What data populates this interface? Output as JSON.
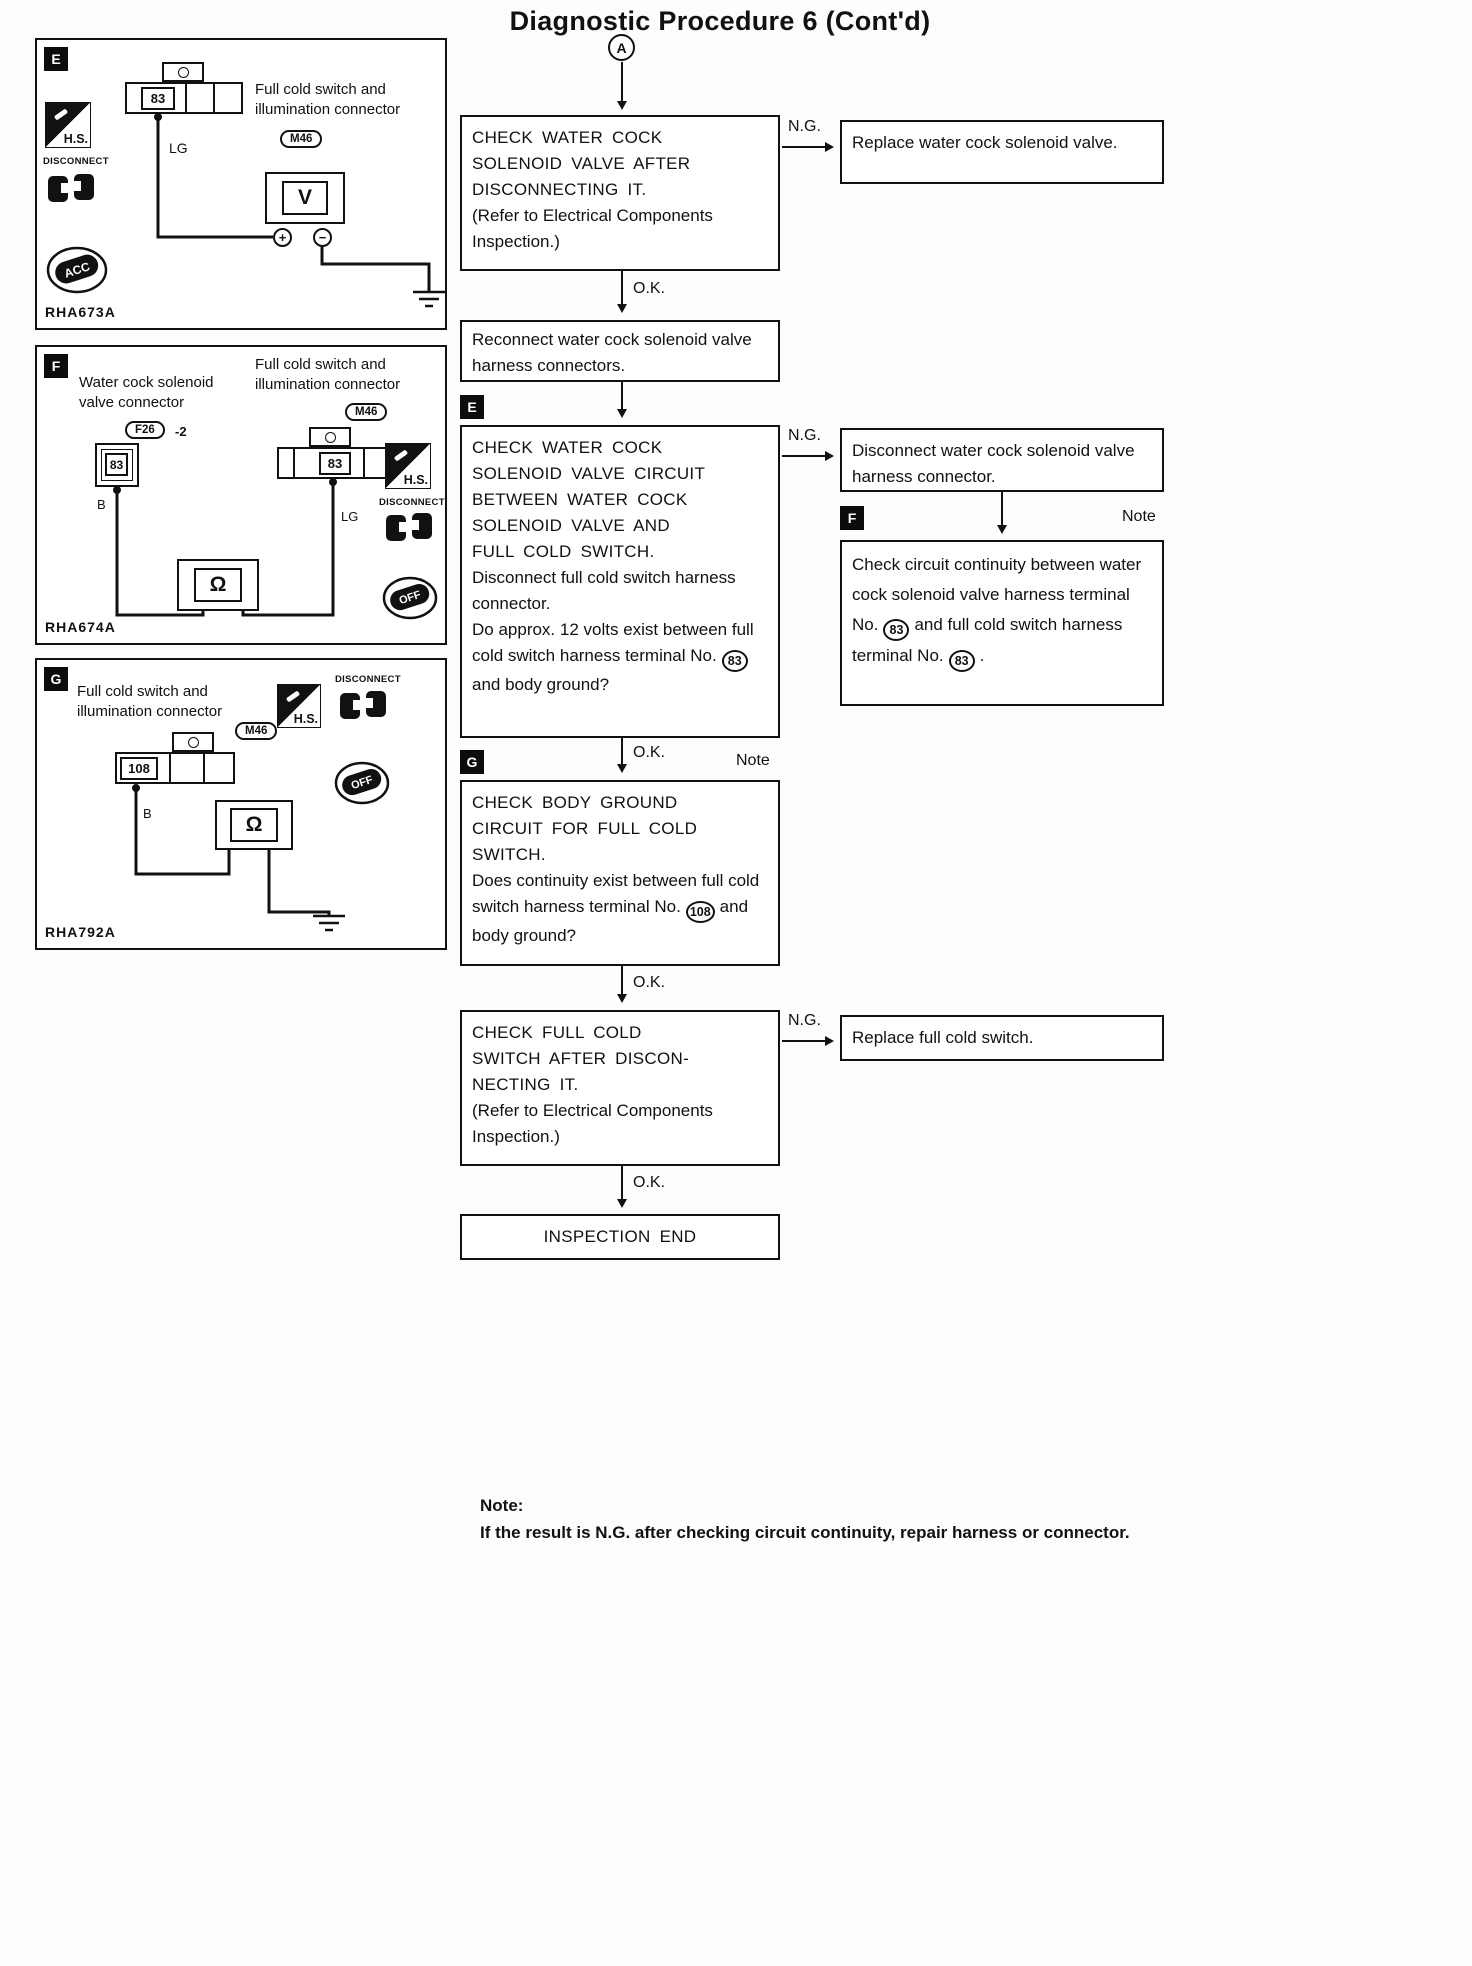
{
  "page": {
    "title": "Diagnostic Procedure 6 (Cont'd)"
  },
  "labels": {
    "connector_a": "A",
    "step_e": "E",
    "step_f": "F",
    "step_g": "G",
    "ng": "N.G.",
    "ok": "O.K.",
    "note": "Note"
  },
  "flow": {
    "box1": {
      "heading_lines": [
        "CHECK WATER COCK",
        "SOLENOID VALVE AFTER",
        "DISCONNECTING IT."
      ],
      "body": "(Refer to Electrical Components Inspection.)"
    },
    "result1": "Replace water cock solenoid valve.",
    "box2": "Reconnect water cock solenoid valve harness connectors.",
    "box3": {
      "heading_lines": [
        "CHECK WATER COCK",
        "SOLENOID VALVE CIRCUIT",
        "BETWEEN WATER COCK",
        "SOLENOID VALVE AND",
        "FULL COLD SWITCH."
      ],
      "body1": "Disconnect full cold switch harness connector.",
      "body2_pre": "Do approx. 12 volts exist between full cold switch harness terminal No.",
      "terminal": "83",
      "body2_post": "and body ground?"
    },
    "result2": "Disconnect water cock solenoid valve harness connector.",
    "note_box": {
      "part1": "Check circuit continuity between water cock solenoid valve harness terminal No.",
      "terminal1": "83",
      "part2": "and full cold switch harness terminal No.",
      "terminal2": "83",
      "part3": "."
    },
    "box4": {
      "heading_lines": [
        "CHECK BODY GROUND",
        "CIRCUIT FOR FULL COLD",
        "SWITCH."
      ],
      "body_pre": "Does continuity exist between full cold switch harness terminal No.",
      "terminal": "108",
      "body_post": "and body ground?"
    },
    "box5": {
      "heading_lines": [
        "CHECK FULL COLD",
        "SWITCH AFTER DISCON-",
        "NECTING IT."
      ],
      "body": "(Refer to Electrical Components Inspection.)"
    },
    "result3": "Replace full cold switch.",
    "box6": "INSPECTION END"
  },
  "panels": {
    "p1": {
      "label": "E",
      "caption": "Full cold switch and illumination connector",
      "connector_ref": "M46",
      "terminal": "83",
      "wire_color": "LG",
      "meter": "V",
      "plus": "+",
      "minus": "−",
      "hs": "H.S.",
      "disconnect": "DISCONNECT",
      "acc": "ACC",
      "figure_id": "RHA673A"
    },
    "p2": {
      "label": "F",
      "caption_left": "Water cock solenoid valve connector",
      "ref_left": "F26",
      "ref_left_suffix": "-2",
      "caption_right": "Full cold switch and illumination connector",
      "ref_right": "M46",
      "terminal_left": "83",
      "terminal_right": "83",
      "wire_left": "B",
      "wire_right": "LG",
      "meter": "Ω",
      "hs": "H.S.",
      "disconnect": "DISCONNECT",
      "off": "OFF",
      "figure_id": "RHA674A"
    },
    "p3": {
      "label": "G",
      "caption": "Full cold switch and illumination connector",
      "connector_ref": "M46",
      "terminal": "108",
      "wire_color": "B",
      "meter": "Ω",
      "hs": "H.S.",
      "disconnect": "DISCONNECT",
      "off": "OFF",
      "figure_id": "RHA792A"
    }
  },
  "footnote": {
    "title": "Note:",
    "text": "If the result is N.G. after checking circuit continuity, repair harness or connector."
  }
}
